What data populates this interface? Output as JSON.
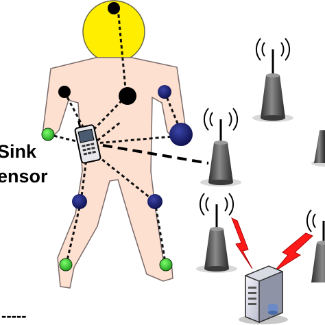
{
  "labels": {
    "sink": "Sink",
    "sensor": "ensor",
    "dashes": "-----"
  },
  "colors": {
    "head": "#ffee00",
    "body": "#fde0d0",
    "outline": "#7a6a6a",
    "sink_node": "#000000",
    "sensor_node": "#1a1f6e",
    "green_node": "#33cc33",
    "lightning": "#ff1a1a",
    "tower": "#5a5a5a"
  },
  "icons": [
    "head",
    "body-silhouette",
    "mobile-phone-sink",
    "antenna-tower",
    "lightning-bolt",
    "server-computer"
  ]
}
